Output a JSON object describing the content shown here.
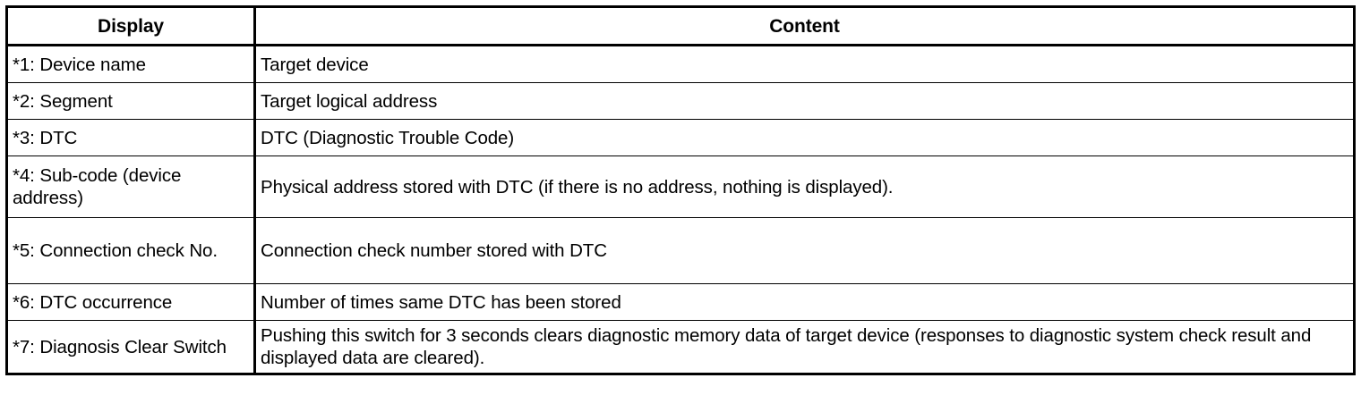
{
  "table": {
    "name": "display-content-table",
    "columns": [
      {
        "key": "display",
        "label": "Display"
      },
      {
        "key": "content",
        "label": "Content"
      }
    ],
    "rows": [
      {
        "display": "*1: Device name",
        "content": "Target device"
      },
      {
        "display": "*2: Segment",
        "content": "Target logical address"
      },
      {
        "display": "*3: DTC",
        "content": "DTC (Diagnostic Trouble Code)"
      },
      {
        "display": "*4: Sub-code (device address)",
        "content": "Physical address stored with DTC (if there is no address, nothing is displayed)."
      },
      {
        "display": "*5: Connection check No.",
        "content": "Connection check number stored with DTC"
      },
      {
        "display": "*6: DTC occurrence",
        "content": "Number of times same DTC has been stored"
      },
      {
        "display": "*7: Diagnosis Clear Switch",
        "content": "Pushing this switch for 3 seconds clears diagnostic memory data of target device (responses to diagnostic system check result and displayed data are cleared)."
      }
    ]
  },
  "colors": {
    "border": "#000000",
    "text": "#000000",
    "background": "#ffffff"
  }
}
